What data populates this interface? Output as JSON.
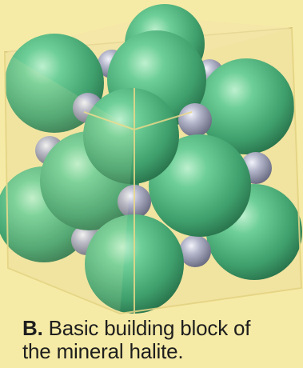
{
  "figure": {
    "panel_letter": "B.",
    "caption_line1": "Basic building block of",
    "caption_line2": "the mineral halite."
  },
  "colors": {
    "background": "#f6eba6",
    "cube_face": "#efe08a",
    "large_sphere": "#4fb07a",
    "small_sphere": "#9a9cb2"
  }
}
